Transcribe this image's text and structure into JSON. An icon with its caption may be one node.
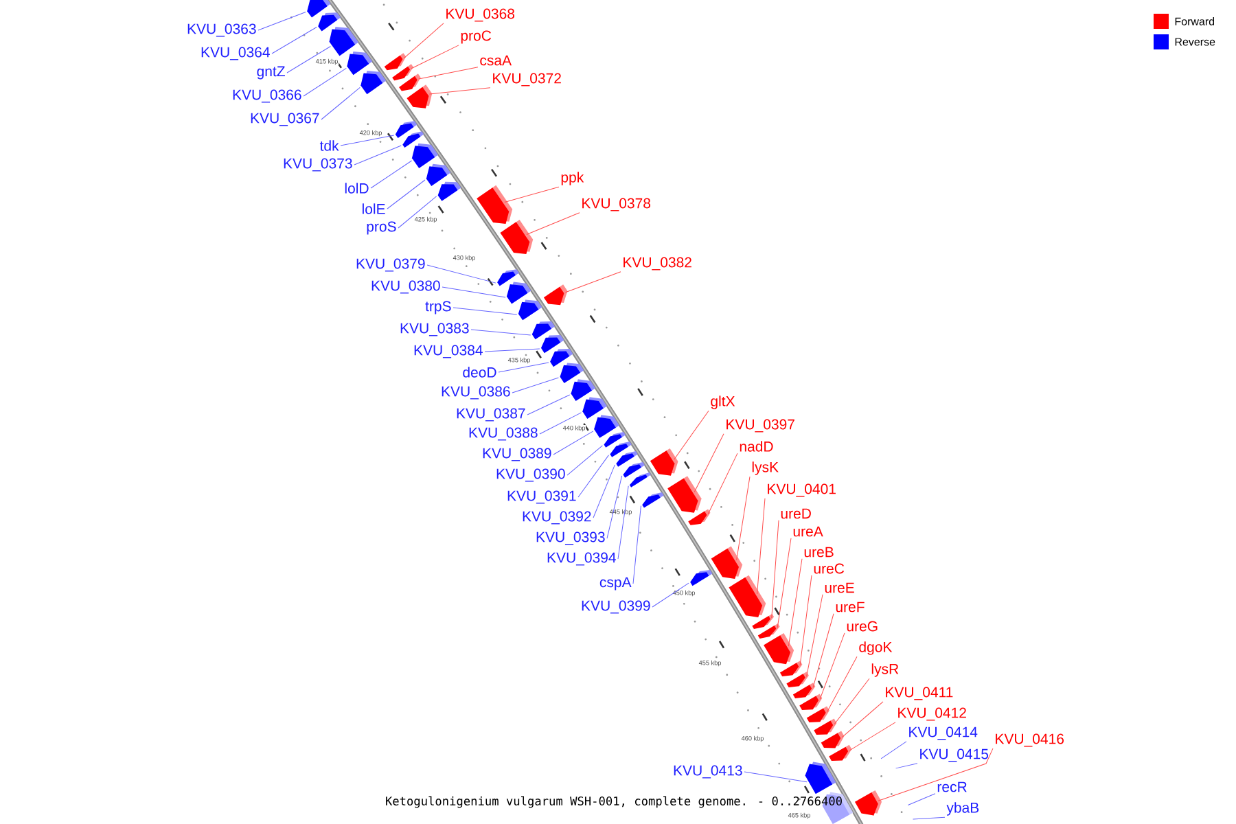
{
  "diagram": {
    "caption": "Ketogulonigenium vulgarum WSH-001, complete genome. - 0..2766400",
    "nodes": [
      {
        "text": [
          "KVU_0363"
        ]
      },
      {
        "text": [
          "KVU_0364"
        ]
      },
      {
        "text": [
          "gntZ"
        ]
      },
      {
        "text": [
          "KVU_0366"
        ]
      },
      {
        "text": [
          "KVU_0367"
        ]
      },
      {
        "text": [
          "KVU_0368"
        ]
      },
      {
        "text": [
          "proC"
        ]
      },
      {
        "text": [
          "csaA"
        ]
      },
      {
        "text": [
          "KVU_0372"
        ]
      },
      {
        "text": [
          "tdk"
        ]
      },
      {
        "text": [
          "KVU_0373"
        ]
      },
      {
        "text": [
          "lolD"
        ]
      },
      {
        "text": [
          "lolE"
        ]
      },
      {
        "text": [
          "proS"
        ]
      },
      {
        "text": [
          "ppk"
        ]
      },
      {
        "text": [
          "KVU_0378"
        ]
      },
      {
        "text": [
          "KVU_0379"
        ]
      },
      {
        "text": [
          "KVU_0380"
        ]
      },
      {
        "text": [
          "KVU_0382"
        ]
      },
      {
        "text": [
          "trpS"
        ]
      },
      {
        "text": [
          "KVU_0383"
        ]
      },
      {
        "text": [
          "KVU_0384"
        ]
      },
      {
        "text": [
          "deoD"
        ]
      },
      {
        "text": [
          "KVU_0386"
        ]
      },
      {
        "text": [
          "KVU_0387"
        ]
      },
      {
        "text": [
          "gltX"
        ]
      },
      {
        "text": [
          "KVU_0388"
        ]
      },
      {
        "text": [
          "KVU_0397"
        ]
      },
      {
        "text": [
          "nadD"
        ]
      },
      {
        "text": [
          "KVU_0389"
        ]
      },
      {
        "text": [
          "lysK"
        ]
      },
      {
        "text": [
          "KVU_0390"
        ]
      },
      {
        "text": [
          "KVU_0401"
        ]
      },
      {
        "text": [
          "KVU_0391"
        ]
      },
      {
        "text": [
          "ureD"
        ]
      },
      {
        "text": [
          "KVU_0392"
        ]
      },
      {
        "text": [
          "ureA"
        ]
      },
      {
        "text": [
          "KVU_0393"
        ]
      },
      {
        "text": [
          "ureB"
        ]
      },
      {
        "text": [
          "ureC"
        ]
      },
      {
        "text": [
          "KVU_0394"
        ]
      },
      {
        "text": [
          "ureE"
        ]
      },
      {
        "text": [
          "cspA"
        ]
      },
      {
        "text": [
          "ureF"
        ]
      },
      {
        "text": [
          "KVU_0399"
        ]
      },
      {
        "text": [
          "ureG"
        ]
      },
      {
        "text": [
          "dgoK"
        ]
      },
      {
        "text": [
          "lysR"
        ]
      },
      {
        "text": [
          "KVU_0411"
        ]
      },
      {
        "text": [
          "KVU_0412"
        ]
      },
      {
        "text": [
          "KVU_0414"
        ]
      },
      {
        "text": [
          "KVU_0416"
        ]
      },
      {
        "text": [
          "KVU_0415"
        ]
      },
      {
        "text": [
          "KVU_0413"
        ]
      },
      {
        "text": [
          "recR"
        ]
      },
      {
        "text": [
          "ybaB"
        ]
      },
      {
        "text": [],
        "shape": "box"
      },
      {
        "text": [],
        "shape": "box"
      },
      {
        "text": [],
        "shape": "box"
      },
      {
        "text": [],
        "shape": "box"
      },
      {
        "text": [],
        "shape": "box"
      },
      {
        "text": [],
        "shape": "box"
      },
      {
        "text": [],
        "shape": "box"
      },
      {
        "text": [],
        "shape": "box"
      },
      {
        "text": [],
        "shape": "box"
      },
      {
        "text": [],
        "shape": "box"
      },
      {
        "text": [],
        "shape": "box"
      },
      {
        "text": [],
        "shape": "box"
      },
      {
        "text": [],
        "shape": "box"
      },
      {
        "text": [],
        "shape": "box"
      },
      {
        "text": [],
        "shape": "box"
      },
      {
        "text": [],
        "shape": "box"
      },
      {
        "text": [],
        "shape": "box"
      },
      {
        "text": [],
        "shape": "box"
      },
      {
        "text": [],
        "shape": "box"
      },
      {
        "text": [],
        "shape": "box"
      },
      {
        "text": [],
        "shape": "box"
      },
      {
        "text": [],
        "shape": "box"
      },
      {
        "text": [],
        "shape": "box"
      },
      {
        "text": [],
        "shape": "box"
      },
      {
        "text": [],
        "shape": "box"
      },
      {
        "text": [],
        "shape": "box"
      },
      {
        "text": [],
        "shape": "box"
      },
      {
        "text": [],
        "shape": "box"
      },
      {
        "text": [],
        "shape": "box"
      },
      {
        "text": [],
        "shape": "box"
      },
      {
        "text": [],
        "shape": "box"
      },
      {
        "text": [],
        "shape": "box"
      },
      {
        "text": [],
        "shape": "box"
      },
      {
        "text": [],
        "shape": "box"
      },
      {
        "text": [],
        "shape": "box"
      },
      {
        "text": [],
        "shape": "box"
      },
      {
        "text": [],
        "shape": "box"
      },
      {
        "text": [],
        "shape": "box"
      },
      {
        "text": [],
        "shape": "box"
      },
      {
        "text": [],
        "shape": "box"
      },
      {
        "text": [],
        "shape": "box"
      },
      {
        "text": [],
        "shape": "box"
      },
      {
        "text": [],
        "shape": "box"
      },
      {
        "text": [],
        "shape": "box"
      },
      {
        "text": [],
        "shape": "box"
      },
      {
        "text": [],
        "shape": "box"
      },
      {
        "text": [],
        "shape": "box"
      },
      {
        "text": [],
        "shape": "box"
      },
      {
        "text": [],
        "shape": "box"
      },
      {
        "text": [],
        "shape": "box"
      },
      {
        "text": [],
        "shape": "box"
      },
      {
        "text": [],
        "shape": "box"
      },
      {
        "text": [],
        "shape": "box"
      }
    ],
    "edges": [
      {
        "from": 0,
        "to": 56,
        "arrow": "none"
      },
      {
        "from": 1,
        "to": 57,
        "arrow": "none"
      },
      {
        "from": 2,
        "to": 58,
        "arrow": "none"
      },
      {
        "from": 3,
        "to": 59,
        "arrow": "none"
      },
      {
        "from": 4,
        "to": 60,
        "arrow": "none"
      },
      {
        "from": 5,
        "to": 61,
        "arrow": "none",
        "color": "#ff4c4c"
      },
      {
        "from": 6,
        "to": 62,
        "arrow": "none",
        "color": "#ff4c4c"
      },
      {
        "from": 7,
        "to": 63,
        "arrow": "none",
        "color": "#ff4c4c"
      },
      {
        "from": 8,
        "to": 64,
        "arrow": "none",
        "color": "#ff4c4c"
      },
      {
        "from": 9,
        "to": 65,
        "arrow": "none"
      },
      {
        "from": 10,
        "to": 66,
        "arrow": "none"
      },
      {
        "from": 11,
        "to": 67,
        "arrow": "none"
      },
      {
        "from": 12,
        "to": 68,
        "arrow": "none"
      },
      {
        "from": 13,
        "to": 69,
        "arrow": "none"
      },
      {
        "from": 14,
        "to": 70,
        "arrow": "none",
        "color": "#ff4c4c"
      },
      {
        "from": 15,
        "to": 71,
        "arrow": "none",
        "color": "#ff4c4c"
      },
      {
        "from": 16,
        "to": 72,
        "arrow": "none"
      },
      {
        "from": 17,
        "to": 73,
        "arrow": "none"
      },
      {
        "from": 18,
        "to": 74,
        "arrow": "none",
        "color": "#ff4c4c"
      },
      {
        "from": 19,
        "to": 75,
        "arrow": "none"
      },
      {
        "from": 20,
        "to": 76,
        "arrow": "none"
      },
      {
        "from": 21,
        "to": 77,
        "arrow": "none"
      },
      {
        "from": 22,
        "to": 78,
        "arrow": "none"
      },
      {
        "from": 23,
        "to": 79,
        "arrow": "none"
      },
      {
        "from": 24,
        "to": 80,
        "arrow": "none"
      },
      {
        "from": 25,
        "to": 81,
        "arrow": "none",
        "color": "#ff4c4c"
      },
      {
        "from": 26,
        "to": 82,
        "arrow": "none"
      },
      {
        "from": 27,
        "to": 83,
        "arrow": "none",
        "color": "#ff4c4c"
      },
      {
        "from": 28,
        "to": 84,
        "arrow": "none",
        "color": "#ff4c4c"
      },
      {
        "from": 29,
        "to": 85,
        "arrow": "none"
      },
      {
        "from": 30,
        "to": 86,
        "arrow": "none",
        "color": "#ff4c4c"
      },
      {
        "from": 31,
        "to": 87,
        "arrow": "none"
      },
      {
        "from": 32,
        "to": 88,
        "arrow": "none",
        "color": "#ff4c4c"
      },
      {
        "from": 33,
        "to": 89,
        "arrow": "none"
      },
      {
        "from": 34,
        "to": 90,
        "arrow": "none",
        "color": "#ff4c4c"
      },
      {
        "from": 35,
        "to": 91,
        "arrow": "none"
      },
      {
        "from": 36,
        "to": 92,
        "arrow": "none",
        "color": "#ff4c4c"
      },
      {
        "from": 37,
        "to": 93,
        "arrow": "none"
      },
      {
        "from": 38,
        "to": 94,
        "arrow": "none",
        "color": "#ff4c4c"
      },
      {
        "from": 39,
        "to": 95,
        "arrow": "none",
        "color": "#ff4c4c"
      },
      {
        "from": 40,
        "to": 96,
        "arrow": "none"
      },
      {
        "from": 41,
        "to": 97,
        "arrow": "none",
        "color": "#ff4c4c"
      },
      {
        "from": 42,
        "to": 98,
        "arrow": "none"
      },
      {
        "from": 43,
        "to": 99,
        "arrow": "none",
        "color": "#ff4c4c"
      },
      {
        "from": 44,
        "to": 100,
        "arrow": "none"
      },
      {
        "from": 45,
        "to": 101,
        "arrow": "none",
        "color": "#ff4c4c"
      },
      {
        "from": 46,
        "to": 102,
        "arrow": "none",
        "color": "#ff4c4c"
      },
      {
        "from": 47,
        "to": 103,
        "arrow": "none",
        "color": "#ff4c4c"
      },
      {
        "from": 48,
        "to": 104,
        "arrow": "none",
        "color": "#ff4c4c"
      },
      {
        "from": 49,
        "to": 105,
        "arrow": "none",
        "color": "#ff4c4c"
      },
      {
        "from": 50,
        "to": null,
        "arrow": "none"
      },
      {
        "from": 51,
        "to": 106,
        "arrow": "none",
        "color": "#ff4c4c"
      },
      {
        "from": 52,
        "to": null,
        "arrow": "none"
      },
      {
        "from": 53,
        "to": 107,
        "arrow": "none"
      },
      {
        "from": 54,
        "to": null,
        "arrow": "none"
      },
      {
        "from": 55,
        "to": null,
        "arrow": "none"
      }
    ],
    "labels": [
      "415 kbp",
      "420 kbp",
      "425 kbp",
      "430 kbp",
      "435 kbp",
      "440 kbp",
      "445 kbp",
      "450 kbp",
      "455 kbp",
      "460 kbp",
      "465 kbp"
    ],
    "legend": [
      {
        "text": "Forward",
        "color": "#ff0000"
      },
      {
        "text": "Reverse",
        "color": "#0000ff"
      }
    ]
  }
}
